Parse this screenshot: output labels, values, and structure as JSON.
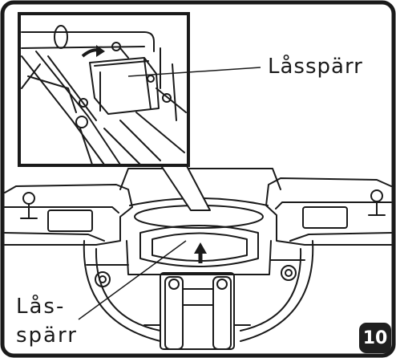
{
  "callout_top": {
    "label": "Låsspärr"
  },
  "callout_bottom": {
    "line1": "Lås-",
    "line2": "spärr"
  },
  "step": {
    "number": "10"
  },
  "colors": {
    "line": "#1a1a1a",
    "background": "#ffffff",
    "badge": "#1f1f1f",
    "badge_text": "#ffffff"
  },
  "icons": {
    "arrow_up": "arrow-up-icon",
    "curved_arrow": "curved-arrow-icon"
  }
}
